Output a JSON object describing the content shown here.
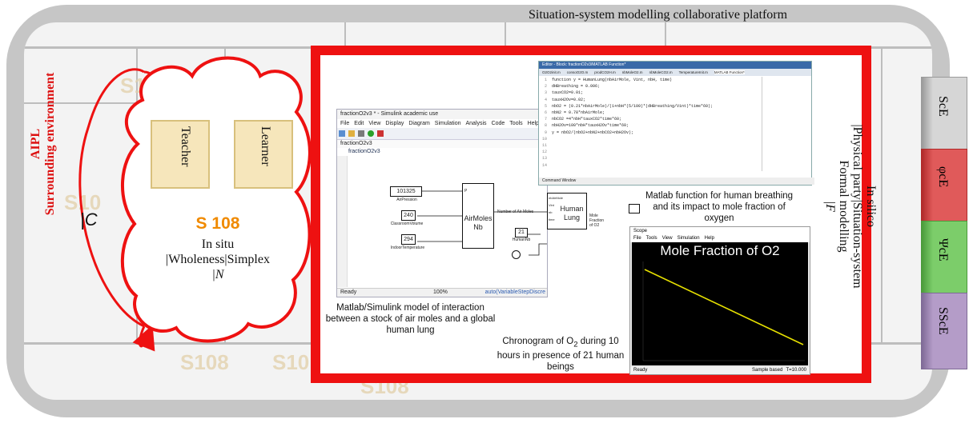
{
  "platform_title": "Situation-system modelling collaborative platform",
  "aipl": {
    "line1": "AIPL",
    "line2": "Surrounding environment"
  },
  "c_label": "|C",
  "room": {
    "teacher": "Teacher",
    "learner": "Learner",
    "name": "S 108",
    "insitu1": "In situ",
    "insitu2": "|Wholeness|Simplex",
    "insitu3": "|N"
  },
  "floor_labels": [
    "S10",
    "S10",
    "S108",
    "S10",
    "S108"
  ],
  "simulink": {
    "title": "fractionO2v3 * - Simulink academic use",
    "menu": [
      "File",
      "Edit",
      "View",
      "Display",
      "Diagram",
      "Simulation",
      "Analysis",
      "Code",
      "Tools",
      "Help"
    ],
    "model_tab": "fractionO2v3",
    "breadcrumb": "fractionO2v3",
    "const1": "101325",
    "const1_label": "AirPression",
    "const2": "240",
    "const2_label": "ClassroomVolume",
    "const3": "294",
    "const3_label": "IndoorTemperature",
    "block_airmoles": "AirMoles Nb",
    "signal_nb": "Number of Air Moles",
    "const4": "21",
    "const4_label": "HumanNb",
    "block_lung": "Human Lung",
    "lung_ports": [
      "nbAirMole",
      "Vint",
      "nb",
      "time"
    ],
    "block_p": "P",
    "output_label": "Mole Fraction of O2",
    "status_ready": "Ready",
    "status_zoom": "100%",
    "status_solver": "auto(VariableStepDiscre"
  },
  "editor": {
    "title": "Editor - Block: fractionO2v3/MATLAB Function*",
    "tabs": [
      "O2O2init.m",
      "consoO2O.m",
      "prodCO2H.m",
      "nbMoleO2.m",
      "nbMoleCO2.m",
      "TemperatureInit.m",
      "MATLAB Function*"
    ],
    "lines": [
      "function y = HumanLung(nbAirMole, Vint, nbH, time)",
      "",
      "dHBreathing = 0.006;",
      "tauxCO2=0.01;",
      "tauxH2Ov=0.02;",
      "",
      "nbO2 = (0.21*nbAirMole)/(1+nbH*(5/100)*(dHBreathing/Vint)*time*60);",
      "nbN2 = 0.78*nbAirMole;",
      "nbCO2 =4*nbH*tauxCO2*time*60;",
      "nbH2Ov=100*nbH*tauxH2Ov*time*60;",
      "",
      "",
      "y = nbO2/(nbO2+nbN2+nbCO2+nbH2Ov);",
      ""
    ],
    "footer": "Command Window"
  },
  "matlab_caption": "Matlab function for human breathing and its impact to mole fraction of oxygen",
  "sim_caption": "Matlab/Simulink model of interaction between a stock of air moles and a global human lung",
  "chrono_caption": {
    "part1": "Chronogram of O",
    "sub": "2",
    "part2": " during 10 hours in presence of 21 human beings"
  },
  "scope": {
    "title": "Scope",
    "menu": [
      "File",
      "Tools",
      "View",
      "Simulation",
      "Help"
    ],
    "plot_title": "Mole Fraction of O2",
    "status_left": "Ready",
    "status_mid": "Sample based",
    "status_right": "T=10.000",
    "line_color": "#e6e000"
  },
  "insilico": {
    "line1": "In silico",
    "line2": "|Physical party|Situation-system",
    "line3": "Formal modelling",
    "line4": "|F"
  },
  "tabs": [
    {
      "label": "ScE",
      "color": "#d6d6d6",
      "dark": "#9a9a9a"
    },
    {
      "label": "φcE",
      "color": "#e05a5a",
      "dark": "#b02a2a"
    },
    {
      "label": "ΨcE",
      "color": "#7ccd6a",
      "dark": "#4a9a3a"
    },
    {
      "label": "SScE",
      "color": "#b49cc8",
      "dark": "#7e6a96"
    }
  ]
}
